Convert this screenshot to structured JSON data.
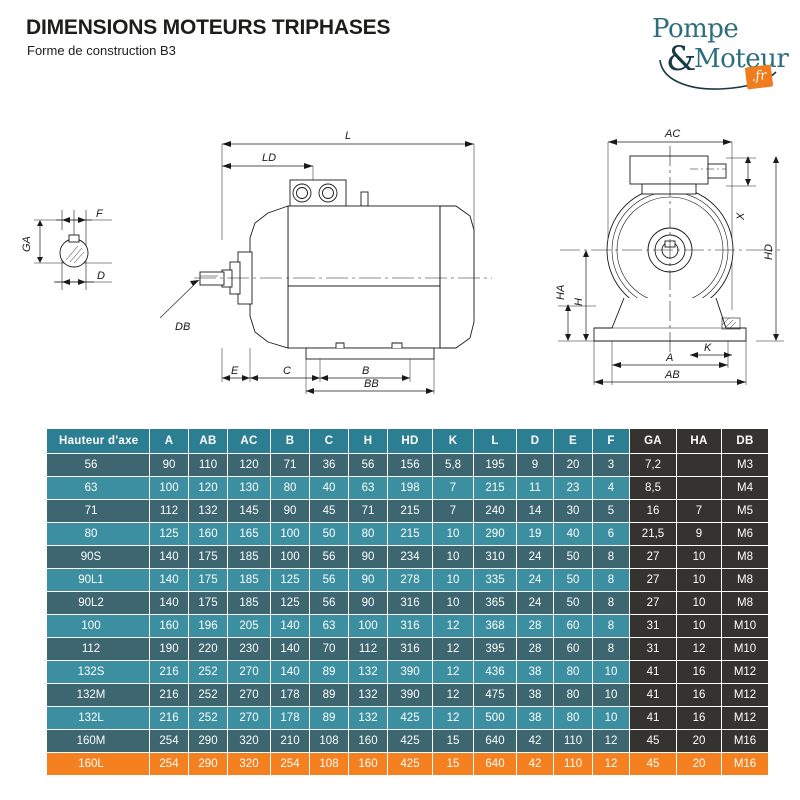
{
  "header": {
    "title": "DIMENSIONS MOTEURS TRIPHASES",
    "subtitle": "Forme de construction B3"
  },
  "logo": {
    "line1": "Pompe",
    "amp": "&",
    "line2": "Moteur",
    "badge": ".fr"
  },
  "drawing": {
    "shaft_detail_labels": [
      "GA",
      "F",
      "D"
    ],
    "side_view_labels": [
      "L",
      "LD",
      "DB",
      "E",
      "C",
      "B",
      "BB"
    ],
    "end_view_labels": [
      "AC",
      "X",
      "HD",
      "H",
      "HA",
      "A",
      "K",
      "AB"
    ]
  },
  "colors": {
    "header_teal": "#2c7f92",
    "row_light": "#3c8fa0",
    "row_dark": "#3d6670",
    "col_dark": "#35332f",
    "highlight_orange": "#f5801f",
    "logo_teal": "#2d6e7e",
    "badge_orange": "#f07c1e"
  },
  "table": {
    "columns": [
      "Hauteur d'axe",
      "A",
      "AB",
      "AC",
      "B",
      "C",
      "H",
      "HD",
      "K",
      "L",
      "D",
      "E",
      "F",
      "GA",
      "HA",
      "DB"
    ],
    "dark_columns": [
      "GA",
      "HA",
      "DB"
    ],
    "highlight_row": "160L",
    "rows": [
      {
        "name": "56",
        "A": "90",
        "AB": "110",
        "AC": "120",
        "B": "71",
        "C": "36",
        "H": "56",
        "HD": "156",
        "K": "5,8",
        "L": "195",
        "D": "9",
        "E": "20",
        "F": "3",
        "GA": "7,2",
        "HA": "",
        "DB": "M3"
      },
      {
        "name": "63",
        "A": "100",
        "AB": "120",
        "AC": "130",
        "B": "80",
        "C": "40",
        "H": "63",
        "HD": "198",
        "K": "7",
        "L": "215",
        "D": "11",
        "E": "23",
        "F": "4",
        "GA": "8,5",
        "HA": "",
        "DB": "M4"
      },
      {
        "name": "71",
        "A": "112",
        "AB": "132",
        "AC": "145",
        "B": "90",
        "C": "45",
        "H": "71",
        "HD": "215",
        "K": "7",
        "L": "240",
        "D": "14",
        "E": "30",
        "F": "5",
        "GA": "16",
        "HA": "7",
        "DB": "M5"
      },
      {
        "name": "80",
        "A": "125",
        "AB": "160",
        "AC": "165",
        "B": "100",
        "C": "50",
        "H": "80",
        "HD": "215",
        "K": "10",
        "L": "290",
        "D": "19",
        "E": "40",
        "F": "6",
        "GA": "21,5",
        "HA": "9",
        "DB": "M6"
      },
      {
        "name": "90S",
        "A": "140",
        "AB": "175",
        "AC": "185",
        "B": "100",
        "C": "56",
        "H": "90",
        "HD": "234",
        "K": "10",
        "L": "310",
        "D": "24",
        "E": "50",
        "F": "8",
        "GA": "27",
        "HA": "10",
        "DB": "M8"
      },
      {
        "name": "90L1",
        "A": "140",
        "AB": "175",
        "AC": "185",
        "B": "125",
        "C": "56",
        "H": "90",
        "HD": "278",
        "K": "10",
        "L": "335",
        "D": "24",
        "E": "50",
        "F": "8",
        "GA": "27",
        "HA": "10",
        "DB": "M8"
      },
      {
        "name": "90L2",
        "A": "140",
        "AB": "175",
        "AC": "185",
        "B": "125",
        "C": "56",
        "H": "90",
        "HD": "316",
        "K": "10",
        "L": "365",
        "D": "24",
        "E": "50",
        "F": "8",
        "GA": "27",
        "HA": "10",
        "DB": "M8"
      },
      {
        "name": "100",
        "A": "160",
        "AB": "196",
        "AC": "205",
        "B": "140",
        "C": "63",
        "H": "100",
        "HD": "316",
        "K": "12",
        "L": "368",
        "D": "28",
        "E": "60",
        "F": "8",
        "GA": "31",
        "HA": "10",
        "DB": "M10"
      },
      {
        "name": "112",
        "A": "190",
        "AB": "220",
        "AC": "230",
        "B": "140",
        "C": "70",
        "H": "112",
        "HD": "316",
        "K": "12",
        "L": "395",
        "D": "28",
        "E": "60",
        "F": "8",
        "GA": "31",
        "HA": "12",
        "DB": "M10"
      },
      {
        "name": "132S",
        "A": "216",
        "AB": "252",
        "AC": "270",
        "B": "140",
        "C": "89",
        "H": "132",
        "HD": "390",
        "K": "12",
        "L": "436",
        "D": "38",
        "E": "80",
        "F": "10",
        "GA": "41",
        "HA": "16",
        "DB": "M12"
      },
      {
        "name": "132M",
        "A": "216",
        "AB": "252",
        "AC": "270",
        "B": "178",
        "C": "89",
        "H": "132",
        "HD": "390",
        "K": "12",
        "L": "475",
        "D": "38",
        "E": "80",
        "F": "10",
        "GA": "41",
        "HA": "16",
        "DB": "M12"
      },
      {
        "name": "132L",
        "A": "216",
        "AB": "252",
        "AC": "270",
        "B": "178",
        "C": "89",
        "H": "132",
        "HD": "425",
        "K": "12",
        "L": "500",
        "D": "38",
        "E": "80",
        "F": "10",
        "GA": "41",
        "HA": "16",
        "DB": "M12"
      },
      {
        "name": "160M",
        "A": "254",
        "AB": "290",
        "AC": "320",
        "B": "210",
        "C": "108",
        "H": "160",
        "HD": "425",
        "K": "15",
        "L": "640",
        "D": "42",
        "E": "110",
        "F": "12",
        "GA": "45",
        "HA": "20",
        "DB": "M16"
      },
      {
        "name": "160L",
        "A": "254",
        "AB": "290",
        "AC": "320",
        "B": "254",
        "C": "108",
        "H": "160",
        "HD": "425",
        "K": "15",
        "L": "640",
        "D": "42",
        "E": "110",
        "F": "12",
        "GA": "45",
        "HA": "20",
        "DB": "M16"
      }
    ]
  }
}
